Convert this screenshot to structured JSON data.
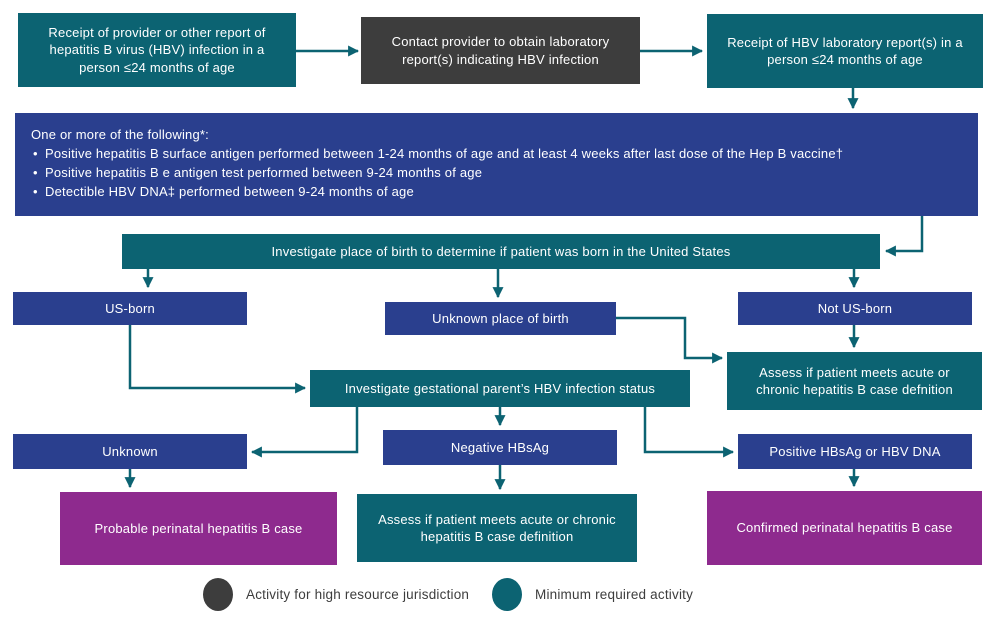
{
  "colors": {
    "teal": "#0c6372",
    "blue": "#2a3f8e",
    "magenta": "#8e2a8e",
    "gray": "#3d3d3d"
  },
  "flow": {
    "provider_report": "Receipt of provider or other report of hepatitis B virus (HBV) infection in a person ≤24 months of age",
    "contact_provider": "Contact provider to obtain laboratory report(s) indicating HBV infection",
    "lab_report": "Receipt of HBV laboratory report(s) in a person ≤24 months of age",
    "investigate_birthplace": "Investigate place of birth to determine if patient was born in the United States",
    "us_born": "US-born",
    "unknown_birthplace": "Unknown place of birth",
    "not_us_born": "Not US-born",
    "assess_right": "Assess if patient meets acute or chronic hepatitis B case defnition",
    "investigate_parent": "Investigate gestational parent’s HBV infection status",
    "unknown_status": "Unknown",
    "negative_hbsag": "Negative HBsAg",
    "positive_hbsag": "Positive HBsAg or HBV DNA",
    "probable_case": "Probable perinatal hepatitis B case",
    "assess_center": "Assess if patient meets acute or chronic hepatitis B case definition",
    "confirmed_case": "Confirmed perinatal hepatitis B case"
  },
  "criteria": {
    "intro": "One or more of the following*:",
    "bullets": [
      "Positive hepatitis B surface antigen performed between 1-24 months of age and at least 4 weeks after last dose of the Hep B vaccine†",
      "Positive hepatitis B e antigen test performed between 9-24 months of age",
      "Detectible HBV DNA‡ performed between 9-24 months of age"
    ]
  },
  "legend": {
    "high_resource": "Activity for high resource jurisdiction",
    "minimum_required": "Minimum required activity"
  }
}
